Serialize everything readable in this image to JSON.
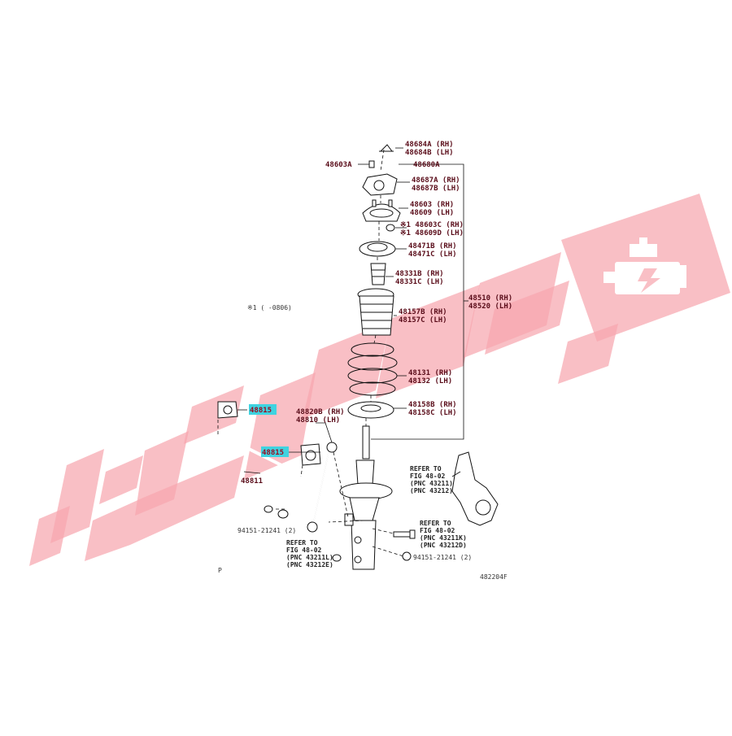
{
  "diagram": {
    "callouts": {
      "c48684": [
        "48684A (RH)",
        "48684B (LH)"
      ],
      "c48603a": "48603A",
      "c48680a": "48680A",
      "c48687": [
        "48687A (RH)",
        "48687B (LH)"
      ],
      "c48603": [
        "48603 (RH)",
        "48609 (LH)"
      ],
      "c48603c": [
        "※1 48603C (RH)",
        "※1 48609D (LH)"
      ],
      "c48471": [
        "48471B (RH)",
        "48471C (LH)"
      ],
      "c48331": [
        "48331B (RH)",
        "48331C (LH)"
      ],
      "c48510": [
        "48510 (RH)",
        "48520 (LH)"
      ],
      "c48157": [
        "48157B (RH)",
        "48157C (LH)"
      ],
      "c48131": [
        "48131 (RH)",
        "48132 (LH)"
      ],
      "c48158": [
        "48158B (RH)",
        "48158C (LH)"
      ],
      "c48820": [
        "48820B (RH)",
        "48810 (LH)"
      ],
      "c48815a": "48815",
      "c48815b": "48815",
      "c48811": "48811",
      "c94151a": "94151-21241 (2)",
      "c94151b": "94151-21241 (2)",
      "ref1": [
        "REFER TO",
        "FIG 48-02",
        "(PNC 43211)",
        "(PNC 43212)"
      ],
      "ref2": [
        "REFER TO",
        "FIG 48-02",
        "(PNC 43211K)",
        "(PNC 43212D)"
      ],
      "ref3": [
        "REFER TO",
        "FIG 48-02",
        "(PNC 43211L)",
        "(PNC 43212E)"
      ],
      "note": "※1 (     -0806)",
      "pmark": "P",
      "figcode": "482204F"
    },
    "highlight_color": "#3fd3e0",
    "watermark_color": "#f7a6ae"
  }
}
